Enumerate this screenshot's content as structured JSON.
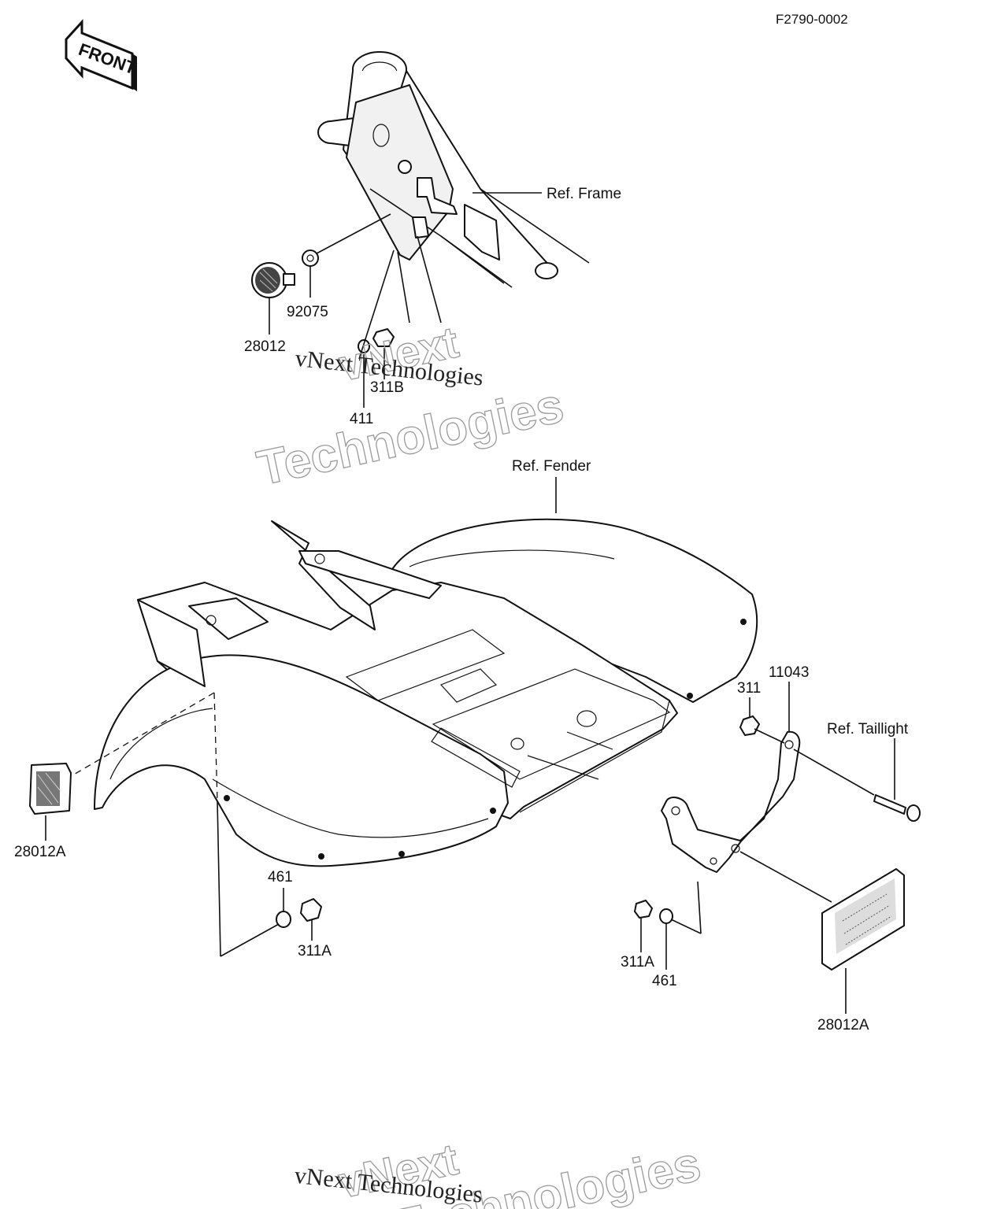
{
  "diagram": {
    "code": "F2790-0002",
    "front_label": "FRONT",
    "references": {
      "frame": "Ref. Frame",
      "fender": "Ref. Fender",
      "taillight": "Ref. Taillight"
    },
    "callouts": {
      "top_washer": "92075",
      "top_reflector": "28012",
      "top_nut": "311B",
      "top_washer_small": "411",
      "left_reflector": "28012A",
      "left_washer": "461",
      "left_nut": "311A",
      "bracket": "11043",
      "bracket_nut": "311",
      "right_nut": "311A",
      "right_washer": "461",
      "right_reflector": "28012A"
    },
    "watermark": {
      "line1": "vNext",
      "line2": "Technologies",
      "serif": "vNext Technologies"
    }
  }
}
